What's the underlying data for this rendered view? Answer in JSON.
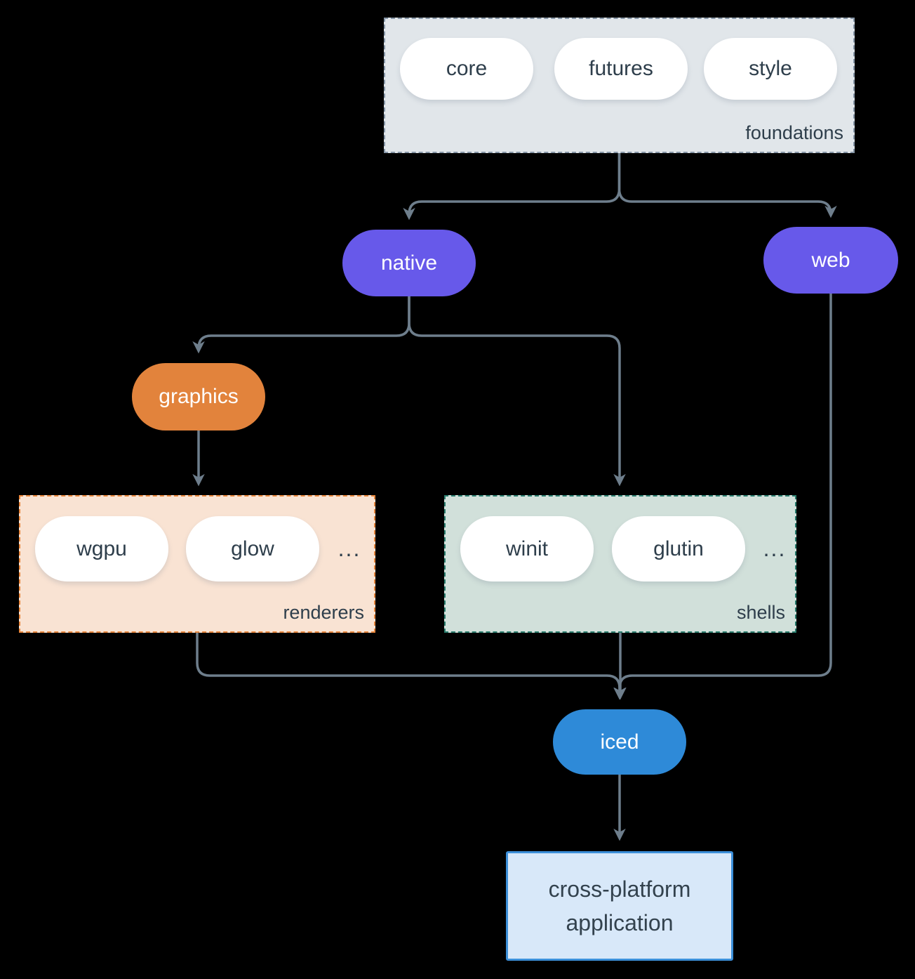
{
  "diagram": {
    "background_color": "#000000",
    "connector_color": "#6e7e8c",
    "text_color": "#2e3e4b",
    "foundations": {
      "label": "foundations",
      "pills": [
        "core",
        "futures",
        "style"
      ],
      "fill": "#e1e6ea",
      "border": "#8696a7"
    },
    "native": {
      "label": "native",
      "fill": "#6759ea"
    },
    "web": {
      "label": "web",
      "fill": "#6759ea"
    },
    "graphics": {
      "label": "graphics",
      "fill": "#e2833c"
    },
    "renderers": {
      "label": "renderers",
      "pills": [
        "wgpu",
        "glow"
      ],
      "ellipsis": "...",
      "fill": "#f9e3d3",
      "border": "#e8863c"
    },
    "shells": {
      "label": "shells",
      "pills": [
        "winit",
        "glutin"
      ],
      "ellipsis": "...",
      "fill": "#d1e0da",
      "border": "#2a7d6e"
    },
    "iced": {
      "label": "iced",
      "fill": "#2e8ad8"
    },
    "application": {
      "line1": "cross-platform",
      "line2": "application",
      "fill": "#d8e8f9",
      "border": "#3c8fd9"
    }
  }
}
